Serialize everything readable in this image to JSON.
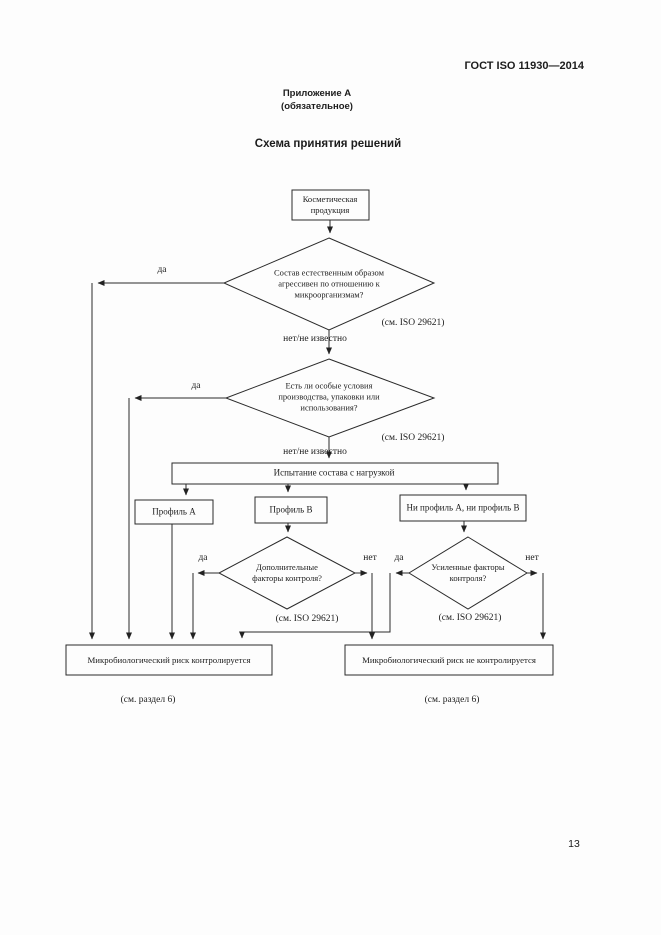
{
  "header": {
    "doc_number": "ГОСТ ISO 11930—2014",
    "appendix_title": "Приложение А",
    "appendix_subtitle": "(обязательное)",
    "scheme_title": "Схема принятия решений"
  },
  "flowchart": {
    "start_box": "Косметическая продукция",
    "q1": "Состав естественным образом агрессивен по отношению к микроорганизмам?",
    "q2": "Есть ли особые условия производства, упаковки или использования?",
    "q3": "Дополнительные факторы контроля?",
    "q4": "Усиленные факторы контроля?",
    "iso_ref": "(см. ISO 29621)",
    "label_yes": "да",
    "label_no": "нет",
    "label_no_unknown": "нет/не известно",
    "test_box": "Испытание состава с нагрузкой",
    "profile_a": "Профиль А",
    "profile_b": "Профиль В",
    "profile_none": "Ни профиль А, ни профиль В",
    "outcome_controlled": "Микробиологический риск контролируется",
    "outcome_not_controlled": "Микробиологический риск не контролируется",
    "section_ref": "(см. раздел 6)"
  },
  "footer": {
    "page_number": "13"
  }
}
